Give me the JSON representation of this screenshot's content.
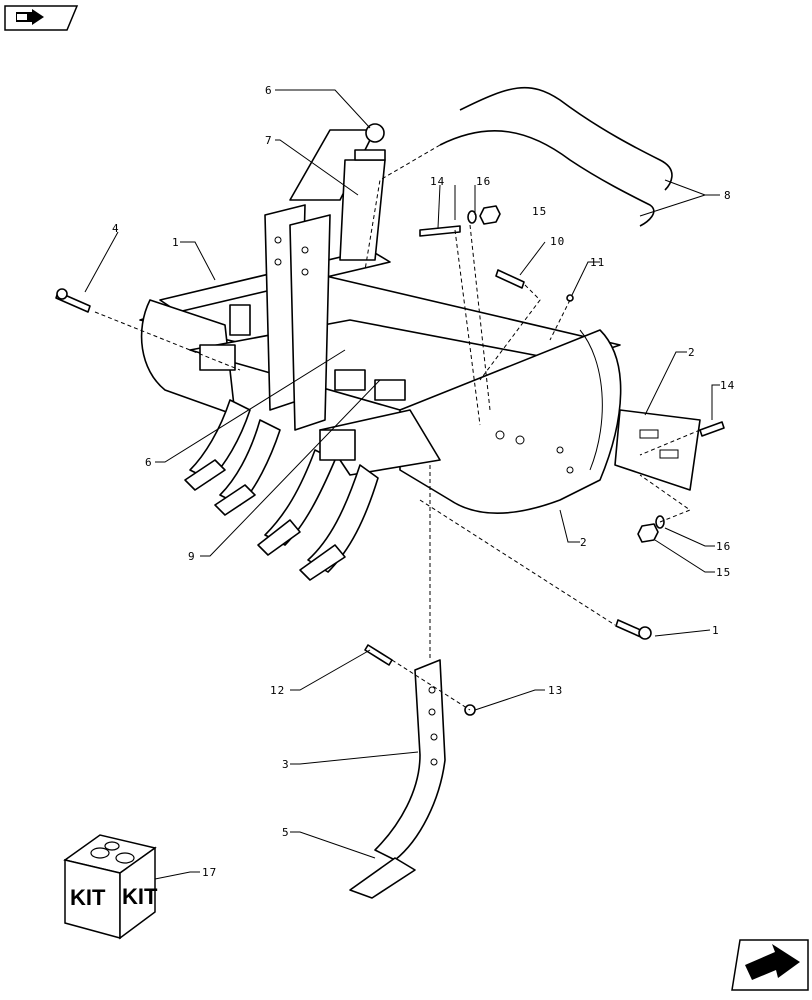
{
  "callouts": {
    "c1a": "1",
    "c1b": "1",
    "c2a": "2",
    "c2b": "2",
    "c3": "3",
    "c4": "4",
    "c5": "5",
    "c6a": "6",
    "c6b": "6",
    "c7": "7",
    "c8": "8",
    "c9": "9",
    "c10": "10",
    "c11": "11",
    "c12": "12",
    "c13": "13",
    "c14a": "14",
    "c14b": "14",
    "c15a": "15",
    "c15b": "15",
    "c16a": "16",
    "c16b": "16",
    "c17": "17"
  },
  "kit": {
    "label_left": "KIT",
    "label_right": "KIT"
  },
  "icons": {
    "top_left": "book-arrow-icon",
    "bottom_right": "next-page-arrow-icon"
  }
}
